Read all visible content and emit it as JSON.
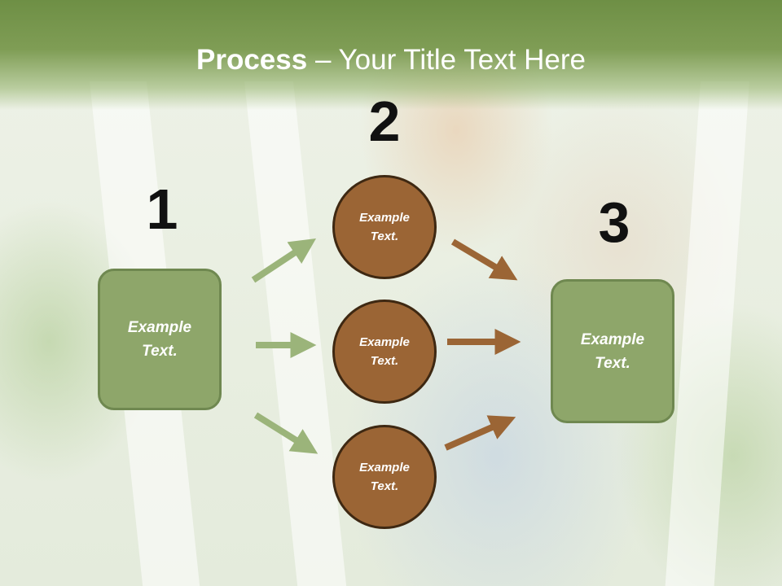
{
  "slide": {
    "title_bold": "Process",
    "title_rest": " – Your Title Text Here"
  },
  "steps": {
    "step1": "1",
    "step2": "2",
    "step3": "3"
  },
  "nodes": {
    "left_box": "Example\nText.",
    "circle_top": "Example\nText.",
    "circle_middle": "Example\nText.",
    "circle_bottom": "Example\nText.",
    "right_box": "Example\nText."
  },
  "colors": {
    "title_bar": "#7a9a50",
    "box_fill": "#8ea66a",
    "circle_fill": "#9b6535",
    "green_arrow": "#9bb47a",
    "brown_arrow": "#9b6535"
  }
}
